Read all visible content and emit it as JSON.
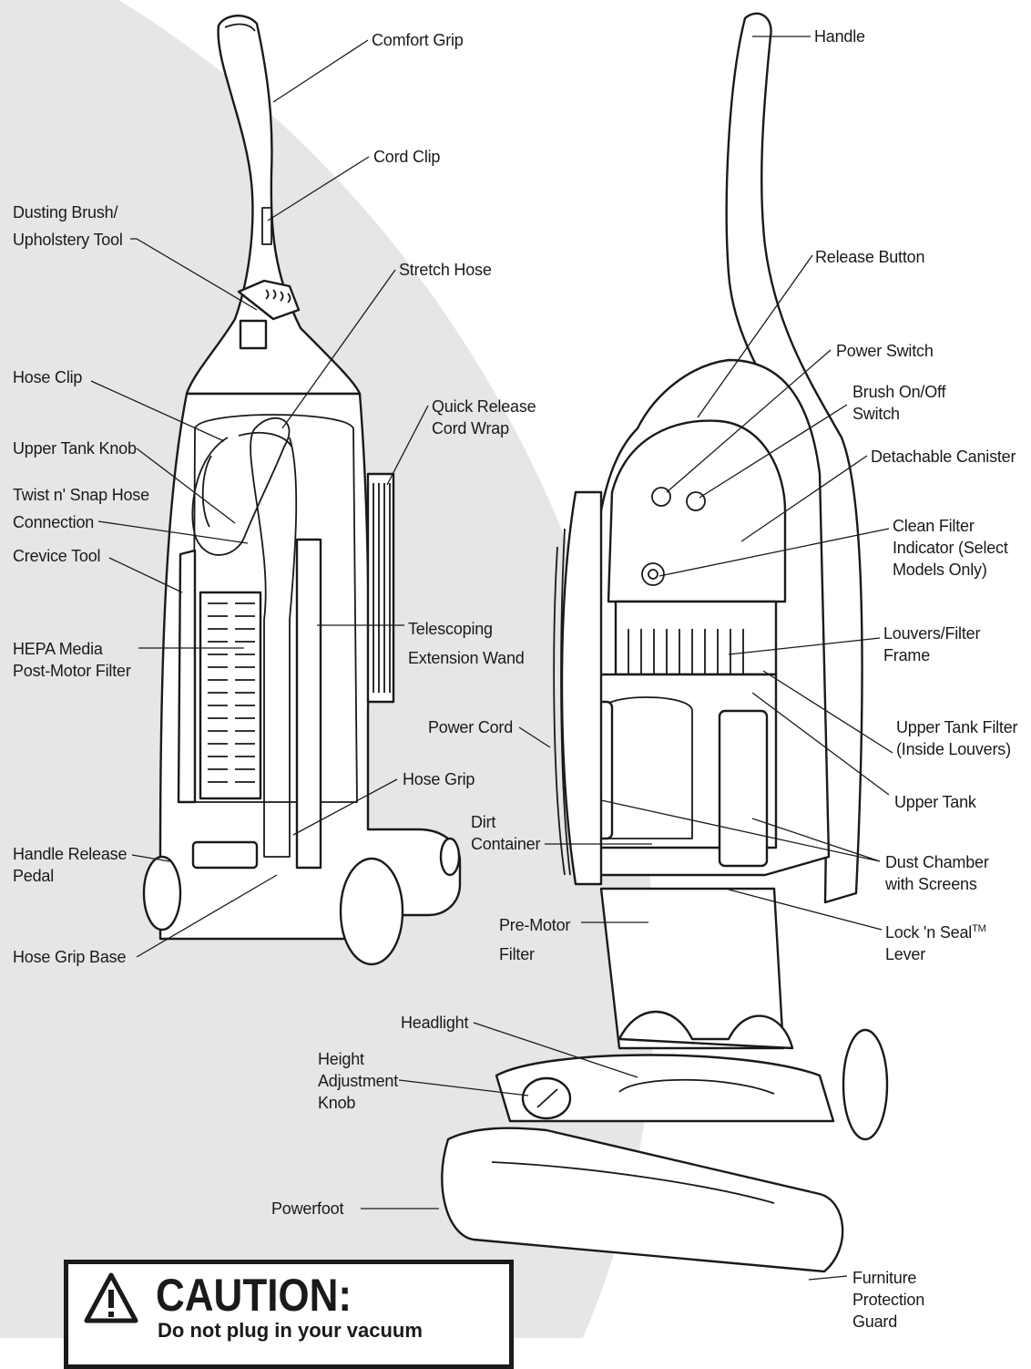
{
  "labels": {
    "comfort_grip": [
      "Comfort Grip"
    ],
    "cord_clip": [
      "Cord Clip"
    ],
    "dusting_brush": [
      "Dusting Brush/",
      "Upholstery Tool"
    ],
    "stretch_hose": [
      "Stretch Hose"
    ],
    "hose_clip": [
      "Hose Clip"
    ],
    "quick_release": [
      "Quick Release",
      "Cord Wrap"
    ],
    "upper_tank_knob": [
      "Upper Tank Knob"
    ],
    "twist_snap": [
      "Twist n' Snap Hose",
      "Connection"
    ],
    "crevice_tool": [
      "Crevice Tool"
    ],
    "telescoping": [
      "Telescoping",
      "Extension Wand"
    ],
    "hepa": [
      "HEPA Media",
      "Post-Motor Filter"
    ],
    "hose_grip": [
      "Hose Grip"
    ],
    "handle_release": [
      "Handle Release",
      "Pedal"
    ],
    "hose_grip_base": [
      "Hose Grip Base"
    ],
    "handle": [
      "Handle"
    ],
    "release_button": [
      "Release Button"
    ],
    "power_switch": [
      "Power Switch"
    ],
    "brush_switch": [
      "Brush On/Off",
      "Switch"
    ],
    "detachable_canister": [
      "Detachable Canister"
    ],
    "clean_filter": [
      "Clean Filter",
      "Indicator (Select",
      "Models Only)"
    ],
    "louvers": [
      "Louvers/Filter",
      "Frame"
    ],
    "upper_tank_filter": [
      "Upper Tank Filter",
      "(Inside Louvers)"
    ],
    "power_cord": [
      "Power Cord"
    ],
    "upper_tank": [
      "Upper Tank"
    ],
    "dirt_container": [
      "Dirt",
      "Container"
    ],
    "dust_chamber": [
      "Dust Chamber",
      "with Screens"
    ],
    "pre_motor": [
      "Pre-Motor",
      "Filter"
    ],
    "lock_seal": [
      "Lock 'n Seal",
      "Lever"
    ],
    "lock_seal_tm": "TM",
    "headlight": [
      "Headlight"
    ],
    "height_adjust": [
      "Height",
      "Adjustment",
      "Knob"
    ],
    "powerfoot": [
      "Powerfoot"
    ],
    "furniture_guard": [
      "Furniture",
      "Protection",
      "Guard"
    ]
  },
  "caution": {
    "title": "CAUTION:",
    "text": "Do not plug in your vacuum"
  },
  "colors": {
    "background_shape": "#e6e6e6",
    "line": "#1a1a1a",
    "paper": "#ffffff"
  }
}
